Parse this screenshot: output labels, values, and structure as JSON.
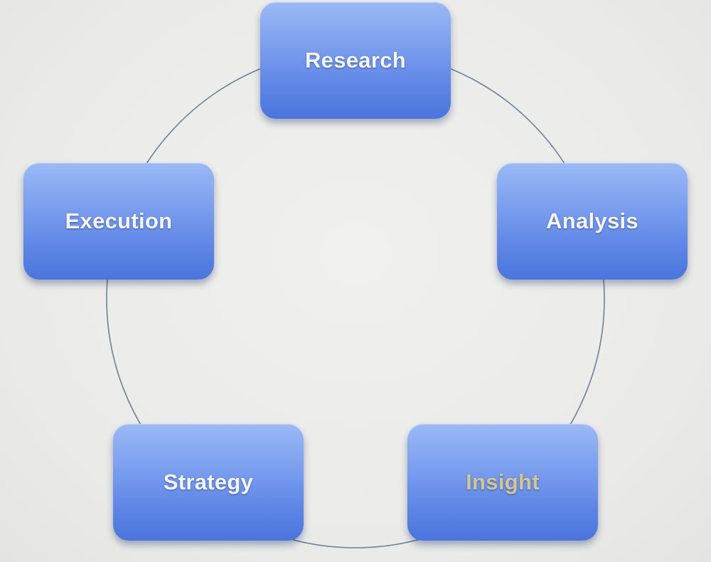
{
  "diagram": {
    "type": "cycle",
    "nodes": [
      {
        "id": "research",
        "label": "Research",
        "label_color": "#f4f6fb"
      },
      {
        "id": "analysis",
        "label": "Analysis",
        "label_color": "#f4f6fb"
      },
      {
        "id": "insight",
        "label": "Insight",
        "label_color": "#d6c58c"
      },
      {
        "id": "strategy",
        "label": "Strategy",
        "label_color": "#f4f6fb"
      },
      {
        "id": "execution",
        "label": "Execution",
        "label_color": "#f4f6fb"
      }
    ],
    "colors": {
      "background": "#ededeb",
      "node_fill_top": "#9ab9f5",
      "node_fill_bottom": "#4b75dd",
      "ring_stroke": "#6f8096"
    }
  }
}
